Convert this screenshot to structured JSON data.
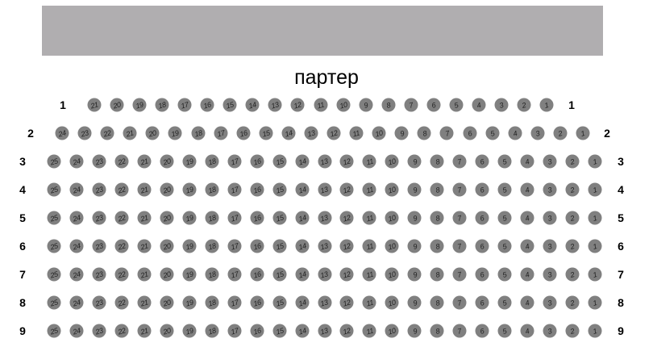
{
  "hall_name": "партер",
  "colors": {
    "stage": "#b0aeb0",
    "seat": "#808080"
  },
  "rows": [
    {
      "label": "1",
      "seats": [
        "21",
        "20",
        "19",
        "18",
        "17",
        "16",
        "15",
        "14",
        "13",
        "12",
        "11",
        "10",
        "9",
        "8",
        "7",
        "6",
        "5",
        "4",
        "3",
        "2",
        "1"
      ]
    },
    {
      "label": "2",
      "seats": [
        "24",
        "23",
        "22",
        "21",
        "20",
        "19",
        "18",
        "17",
        "16",
        "15",
        "14",
        "13",
        "12",
        "11",
        "10",
        "9",
        "8",
        "7",
        "6",
        "5",
        "4",
        "3",
        "2",
        "1"
      ]
    },
    {
      "label": "3",
      "seats": [
        "25",
        "24",
        "23",
        "22",
        "21",
        "20",
        "19",
        "18",
        "17",
        "16",
        "15",
        "14",
        "13",
        "12",
        "11",
        "10",
        "9",
        "8",
        "7",
        "6",
        "5",
        "4",
        "3",
        "2",
        "1"
      ]
    },
    {
      "label": "4",
      "seats": [
        "25",
        "24",
        "23",
        "22",
        "21",
        "20",
        "19",
        "18",
        "17",
        "16",
        "15",
        "14",
        "13",
        "12",
        "11",
        "10",
        "9",
        "8",
        "7",
        "6",
        "5",
        "4",
        "3",
        "2",
        "1"
      ]
    },
    {
      "label": "5",
      "seats": [
        "25",
        "24",
        "23",
        "22",
        "21",
        "20",
        "19",
        "18",
        "17",
        "16",
        "15",
        "14",
        "13",
        "12",
        "11",
        "10",
        "9",
        "8",
        "7",
        "6",
        "5",
        "4",
        "3",
        "2",
        "1"
      ]
    },
    {
      "label": "6",
      "seats": [
        "25",
        "24",
        "23",
        "22",
        "21",
        "20",
        "19",
        "18",
        "17",
        "16",
        "15",
        "14",
        "13",
        "12",
        "11",
        "10",
        "9",
        "8",
        "7",
        "6",
        "5",
        "4",
        "3",
        "2",
        "1"
      ]
    },
    {
      "label": "7",
      "seats": [
        "25",
        "24",
        "23",
        "22",
        "21",
        "20",
        "19",
        "18",
        "17",
        "16",
        "15",
        "14",
        "13",
        "12",
        "11",
        "10",
        "9",
        "8",
        "7",
        "6",
        "5",
        "4",
        "3",
        "2",
        "1"
      ]
    },
    {
      "label": "8",
      "seats": [
        "25",
        "24",
        "23",
        "22",
        "21",
        "20",
        "19",
        "18",
        "17",
        "16",
        "15",
        "14",
        "13",
        "12",
        "11",
        "10",
        "9",
        "8",
        "7",
        "6",
        "5",
        "4",
        "3",
        "2",
        "1"
      ]
    },
    {
      "label": "9",
      "seats": [
        "25",
        "24",
        "23",
        "22",
        "21",
        "20",
        "19",
        "18",
        "17",
        "16",
        "15",
        "14",
        "13",
        "12",
        "11",
        "10",
        "9",
        "8",
        "7",
        "6",
        "5",
        "4",
        "3",
        "2",
        "1"
      ]
    }
  ]
}
